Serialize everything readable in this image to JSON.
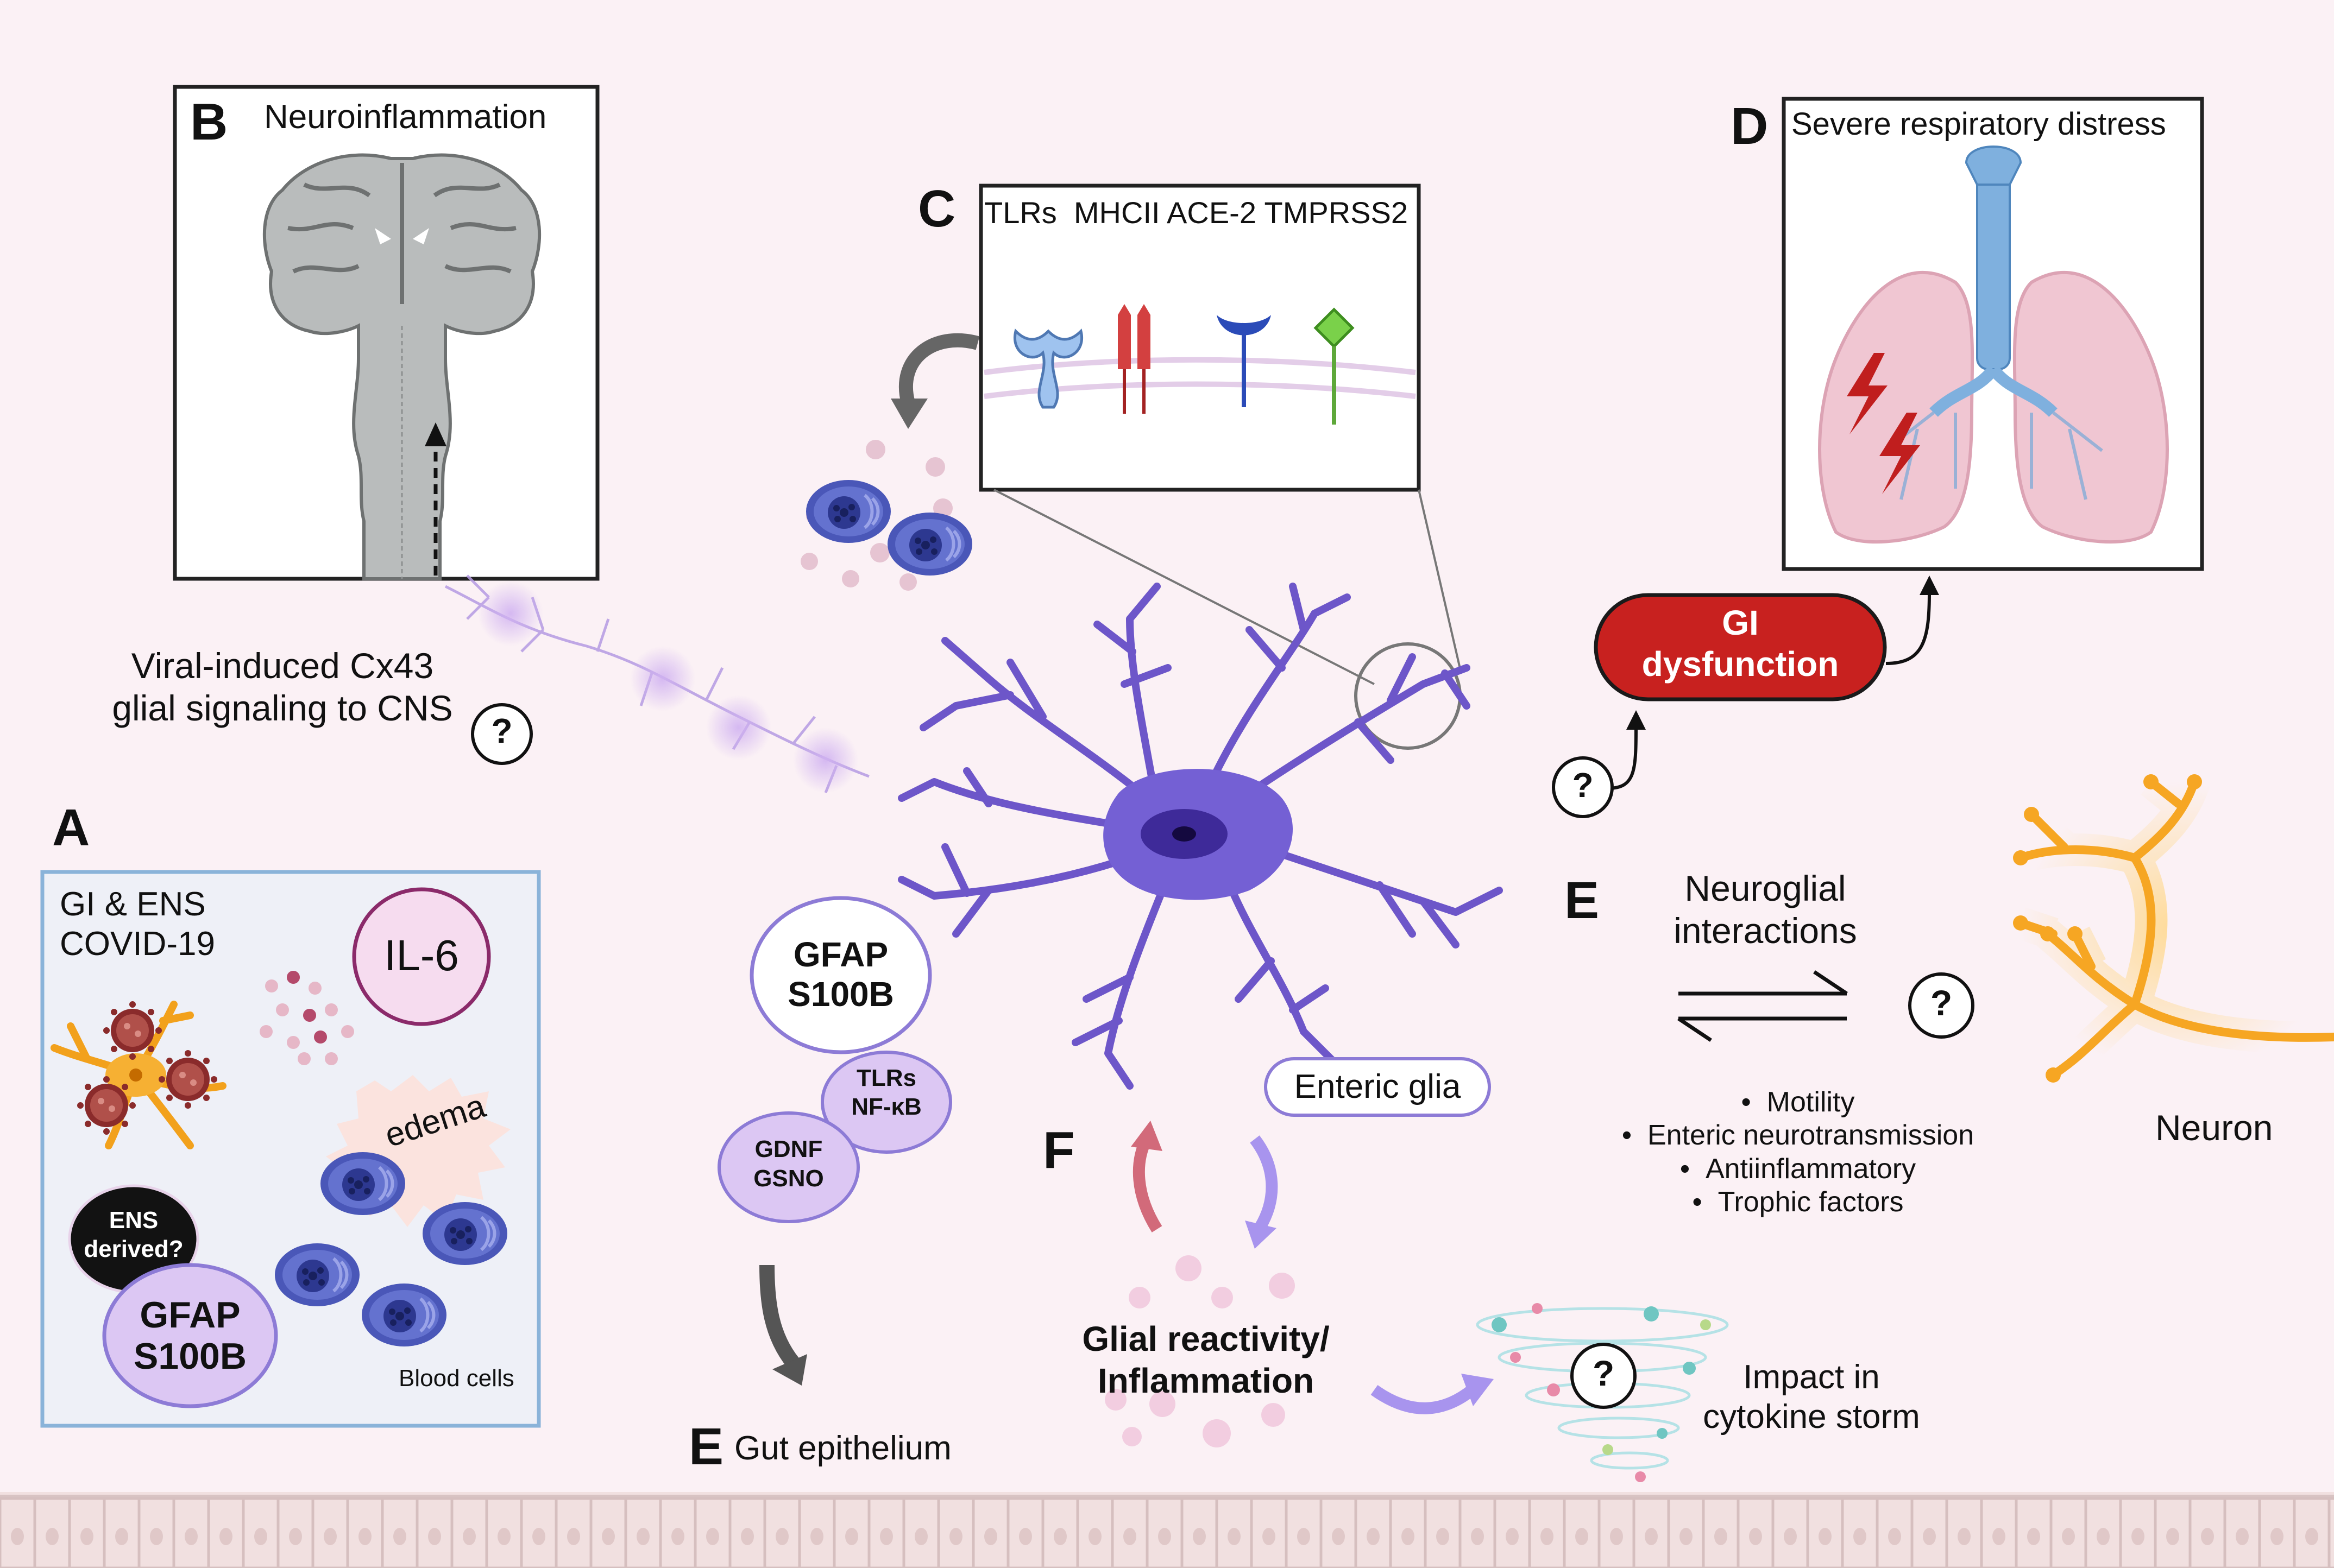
{
  "panels": {
    "a": {
      "letter": "A",
      "title_line1": "GI & ENS",
      "title_line2": "COVID-19",
      "il6": "IL-6",
      "edema": "edema",
      "ens_line1": "ENS",
      "ens_line2": "derived?",
      "gfap": "GFAP",
      "s100b": "S100B",
      "blood_cells": "Blood cells"
    },
    "b": {
      "letter": "B",
      "title": "Neuroinflammation"
    },
    "c": {
      "letter": "C",
      "receptors": "TLRs  MHCII ACE-2 TMPRSS2"
    },
    "d": {
      "letter": "D",
      "title": "Severe respiratory distress"
    }
  },
  "center": {
    "viral_line1": "Viral-induced Cx43",
    "viral_line2": "glial signaling to CNS",
    "question": "?",
    "gfap": "GFAP",
    "s100b": "S100B",
    "tlrs": "TLRs",
    "nfkb": "NF-κB",
    "gdnf": "GDNF",
    "gsno": "GSNO",
    "enteric_glia": "Enteric glia",
    "gut_letter": "E",
    "gut_label": "Gut epithelium"
  },
  "gi": {
    "line1": "GI",
    "line2": "dysfunction"
  },
  "neuroglial": {
    "letter": "E",
    "line1": "Neuroglial",
    "line2": "interactions",
    "bullets": [
      "Motility",
      "Enteric neurotransmission",
      "Antiinflammatory",
      "Trophic factors"
    ],
    "neuron": "Neuron"
  },
  "f": {
    "letter": "F",
    "line1": "Glial reactivity/",
    "line2": "Inflammation",
    "impact1": "Impact in",
    "impact2": "cytokine storm"
  },
  "colors": {
    "background": "#fbf1f5",
    "glia": "#6d56c9",
    "gi_red": "#c8211f",
    "neuron": "#f6a623",
    "bubble": "#e7d4f5"
  }
}
